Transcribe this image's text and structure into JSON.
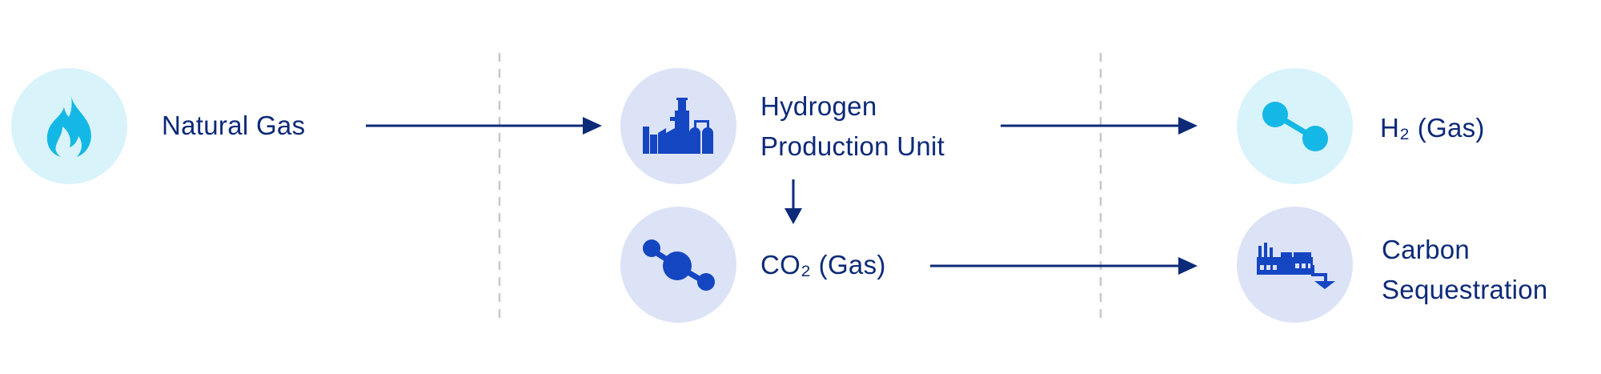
{
  "colors": {
    "text": "#0d2a78",
    "arrow": "#0d2a78",
    "divider": "#c8c8c8",
    "circle_cyan": "#d9f3fb",
    "circle_blue": "#dce3f6",
    "icon_cyan": "#14b8e6",
    "icon_blue": "#1446c2"
  },
  "nodes": {
    "natural_gas": {
      "label": "Natural Gas",
      "icon": "flame-icon"
    },
    "hydrogen_unit": {
      "label_line1": "Hydrogen",
      "label_line2": "Production Unit",
      "icon": "factory-icon"
    },
    "co2": {
      "label": "CO₂ (Gas)",
      "icon": "co2-molecule-icon"
    },
    "h2": {
      "label": "H₂ (Gas)",
      "icon": "h2-molecule-icon"
    },
    "carbon_seq": {
      "label_line1": "Carbon",
      "label_line2": "Sequestration",
      "icon": "sequestration-plant-icon"
    }
  }
}
